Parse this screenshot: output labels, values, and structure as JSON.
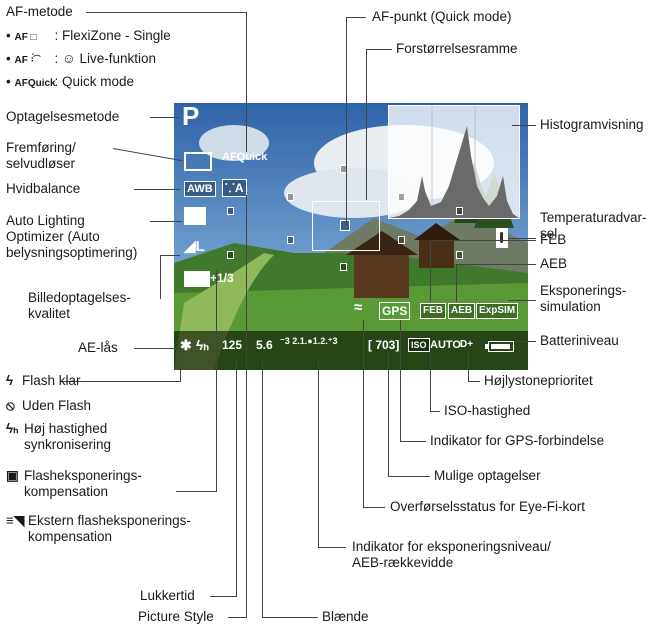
{
  "labels": {
    "af_method": "AF-metode",
    "af_method_items": [
      {
        "mode": "AF □",
        "text": ": FlexiZone - Single"
      },
      {
        "mode": "AF ꞉́͡",
        "text": ": ☺ Live-funktion"
      },
      {
        "mode": "AFQuick",
        "text": ": Quick mode"
      }
    ],
    "af_point": "AF-punkt (Quick mode)",
    "magnify_frame": "Forstørrelsesramme",
    "shooting_mode": "Optagelsesmetode",
    "drive": "Fremføring/\nselvudløser",
    "white_balance": "Hvidbalance",
    "alo": "Auto Lighting\nOptimizer (Auto\nbelysningsoptimering)",
    "image_quality": "Billedoptagelses-\nkvalitet",
    "ae_lock": "AE-lås",
    "histogram": "Histogramvisning",
    "temp_warning": "Temperaturadvar-\nsel",
    "feb": "FEB",
    "aeb": "AEB",
    "exp_sim": "Eksponerings-\nsimulation",
    "battery": "Batteriniveau",
    "highlight_tone": "Højlystoneprioritet",
    "iso": "ISO-hastighed",
    "gps": "Indikator for GPS-forbindelse",
    "possible_shots": "Mulige optagelser",
    "eyefi": "Overførselsstatus for Eye-Fi-kort",
    "exposure_level": "Indikator for eksponeringsniveau/\nAEB-rækkevidde",
    "shutter_speed": "Lukkertid",
    "picture_style": "Picture Style",
    "aperture": "Blænde"
  },
  "flash_items": [
    {
      "icon": "ϟ",
      "text": "Flash klar"
    },
    {
      "icon": "⦸",
      "text": "Uden Flash"
    },
    {
      "icon": "ϟₕ",
      "text": "Høj hastighed\nsynkronisering"
    },
    {
      "icon": "▣",
      "text": "Flasheksponerings-\nkompensation"
    },
    {
      "icon": "≡◥",
      "text": "Ekstern flasheksponerings-\nkompensation"
    }
  ],
  "lcd": {
    "mode": "P",
    "af_quick": "AFQuick",
    "awb": "AWB",
    "style": "⸪A",
    "quality": "◢L",
    "flash_comp": "+1/3",
    "ae_lock": "✱",
    "flash_ready": "ϟₕ",
    "shutter": "125",
    "aperture": "5.6",
    "meter": "⁻3 2.1.●1.2.⁺3",
    "shots": "[ 703]",
    "iso_label": "ISO",
    "iso_value": "AUTO",
    "d_plus": "D+",
    "gps": "GPS",
    "feb": "FEB",
    "aeb": "AEB",
    "exp_sim": "ExpSIM"
  }
}
